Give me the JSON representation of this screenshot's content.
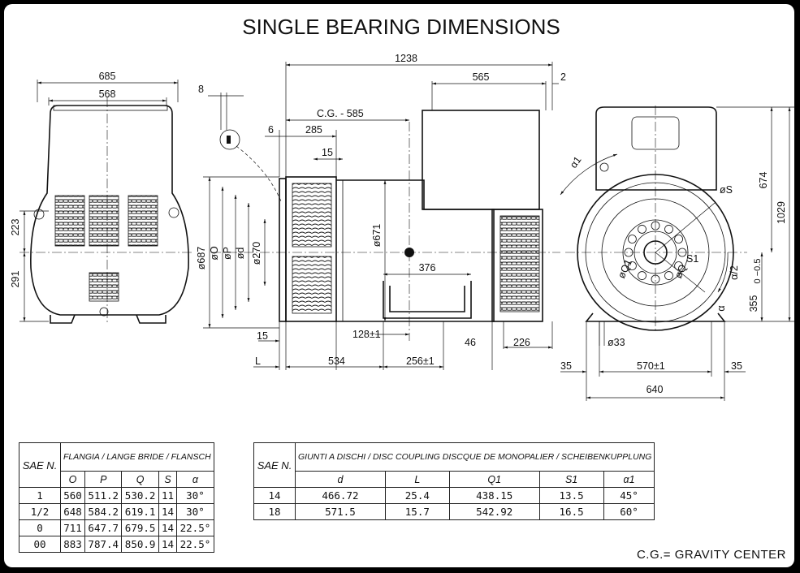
{
  "title": "SINGLE BEARING DIMENSIONS",
  "note": "C.G.= GRAVITY CENTER",
  "front_view": {
    "w685": "685",
    "w568": "568",
    "h223": "223",
    "h291": "291"
  },
  "side_view": {
    "d1238": "1238",
    "d565": "565",
    "d2": "2",
    "d8": "8",
    "cg": "C.G. - 585",
    "d6": "6",
    "d285": "285",
    "d15a": "15",
    "phi687": "ø687",
    "phiO": "øO",
    "phiP": "øP",
    "phid": "ød",
    "phi270": "ø270",
    "phi671": "ø671",
    "d376": "376",
    "d15b": "15",
    "d128": "128±1",
    "d46": "46",
    "d226": "226",
    "L": "L",
    "d534": "534",
    "d256": "256±1"
  },
  "end_view": {
    "alpha1": "α1",
    "phiS": "øS",
    "S1": "S1",
    "phiQ1": "øQ1",
    "phiQ": "øQ",
    "alpha2": "α/2",
    "alpha": "α",
    "d674": "674",
    "d1029": "1029",
    "d355": "355",
    "tol": "0 −0.5",
    "phi33": "ø33",
    "d35a": "35",
    "d570": "570±1",
    "d35b": "35",
    "d640": "640"
  },
  "flange_table": {
    "sae_label": "SAE N.",
    "header": "FLANGIA / LANGE BRIDE / FLANSCH",
    "columns": [
      "O",
      "P",
      "Q",
      "S",
      "α"
    ],
    "rows": [
      [
        "1",
        "560",
        "511.2",
        "530.2",
        "11",
        "30°"
      ],
      [
        "1/2",
        "648",
        "584.2",
        "619.1",
        "14",
        "30°"
      ],
      [
        "0",
        "711",
        "647.7",
        "679.5",
        "14",
        "22.5°"
      ],
      [
        "00",
        "883",
        "787.4",
        "850.9",
        "14",
        "22.5°"
      ]
    ]
  },
  "coupling_table": {
    "sae_label": "SAE N.",
    "header": "GIUNTI A DISCHI / DISC COUPLING DISCQUE DE MONOPALIER / SCHEIBENKUPPLUNG",
    "columns": [
      "d",
      "L",
      "Q1",
      "S1",
      "α1"
    ],
    "rows": [
      [
        "14",
        "466.72",
        "25.4",
        "438.15",
        "13.5",
        "45°"
      ],
      [
        "18",
        "571.5",
        "15.7",
        "542.92",
        "16.5",
        "60°"
      ]
    ]
  }
}
